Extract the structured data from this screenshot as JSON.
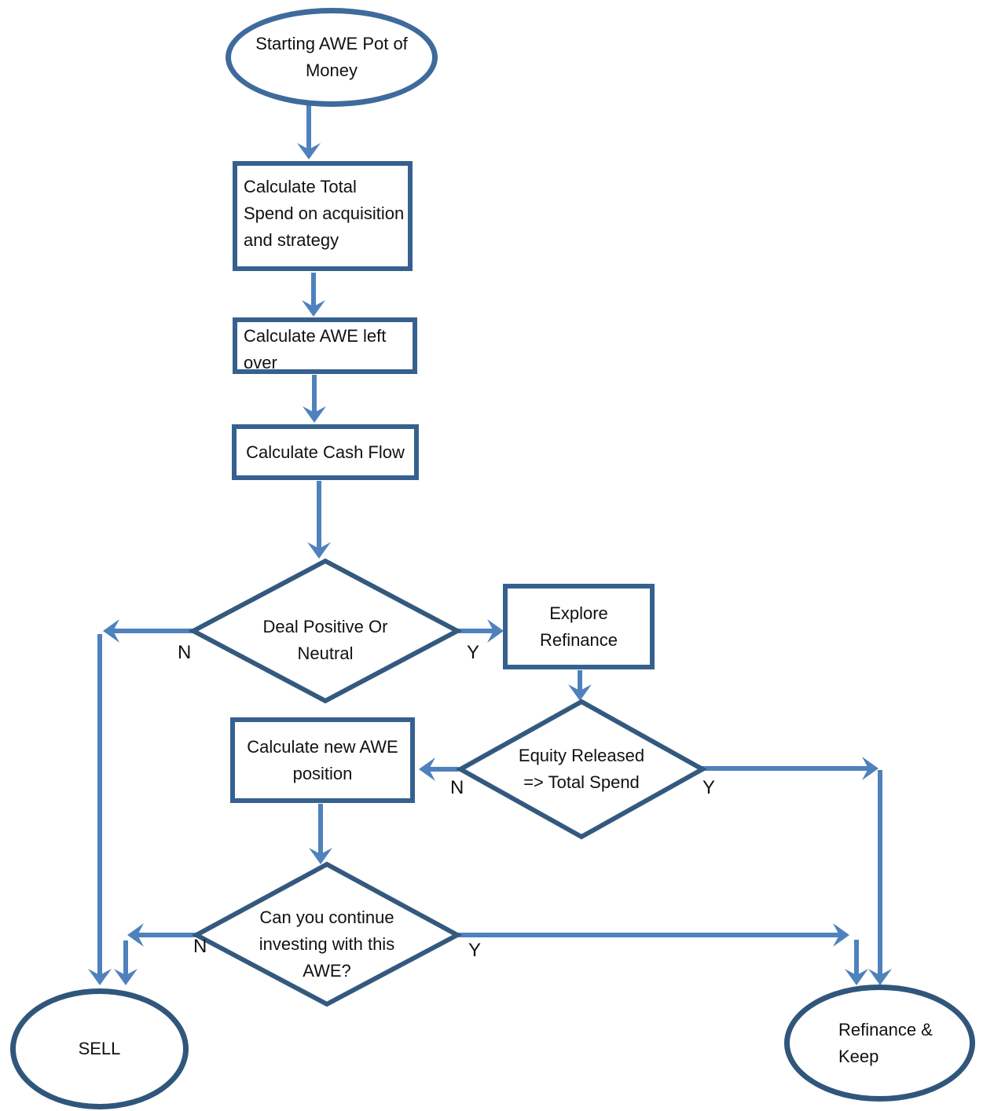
{
  "diagram_title": "AWE investment decision flowchart",
  "colors": {
    "connector": "#4f81bd",
    "process_border": "#36618f",
    "decision_border": "#33597f",
    "start_terminator_border": "#3f6a9c",
    "end_terminator_border": "#30567c",
    "text": "#111111",
    "background": "#ffffff"
  },
  "nodes": {
    "start": {
      "shape": "ellipse",
      "lines": [
        "Starting AWE Pot of",
        "Money"
      ]
    },
    "calc_total_spend": {
      "shape": "rect",
      "lines": [
        "Calculate Total",
        "Spend on acquisition",
        "and strategy"
      ]
    },
    "calc_awe_left": {
      "shape": "rect",
      "lines": [
        "Calculate AWE left",
        "over"
      ]
    },
    "calc_cash_flow": {
      "shape": "rect",
      "lines": [
        "Calculate Cash Flow"
      ]
    },
    "deal_positive": {
      "shape": "diamond",
      "lines": [
        "Deal Positive Or",
        "Neutral"
      ]
    },
    "explore_refinance": {
      "shape": "rect",
      "lines": [
        "Explore",
        "Refinance"
      ]
    },
    "equity_released": {
      "shape": "diamond",
      "lines": [
        "Equity Released",
        "=> Total Spend"
      ]
    },
    "calc_new_awe": {
      "shape": "rect",
      "lines": [
        "Calculate new AWE",
        "position"
      ]
    },
    "continue_investing": {
      "shape": "diamond",
      "lines": [
        "Can you continue",
        "investing with this",
        "AWE?"
      ]
    },
    "sell": {
      "shape": "ellipse",
      "lines": [
        "SELL"
      ]
    },
    "refinance_keep": {
      "shape": "ellipse",
      "lines": [
        "Refinance &",
        "Keep"
      ]
    }
  },
  "edges": [
    {
      "from": "start",
      "to": "calc_total_spend"
    },
    {
      "from": "calc_total_spend",
      "to": "calc_awe_left"
    },
    {
      "from": "calc_awe_left",
      "to": "calc_cash_flow"
    },
    {
      "from": "calc_cash_flow",
      "to": "deal_positive"
    },
    {
      "from": "deal_positive",
      "to": "sell",
      "label": "N"
    },
    {
      "from": "deal_positive",
      "to": "explore_refinance",
      "label": "Y"
    },
    {
      "from": "explore_refinance",
      "to": "equity_released"
    },
    {
      "from": "equity_released",
      "to": "calc_new_awe",
      "label": "N"
    },
    {
      "from": "equity_released",
      "to": "refinance_keep",
      "label": "Y"
    },
    {
      "from": "calc_new_awe",
      "to": "continue_investing"
    },
    {
      "from": "continue_investing",
      "to": "sell",
      "label": "N"
    },
    {
      "from": "continue_investing",
      "to": "refinance_keep",
      "label": "Y"
    }
  ]
}
